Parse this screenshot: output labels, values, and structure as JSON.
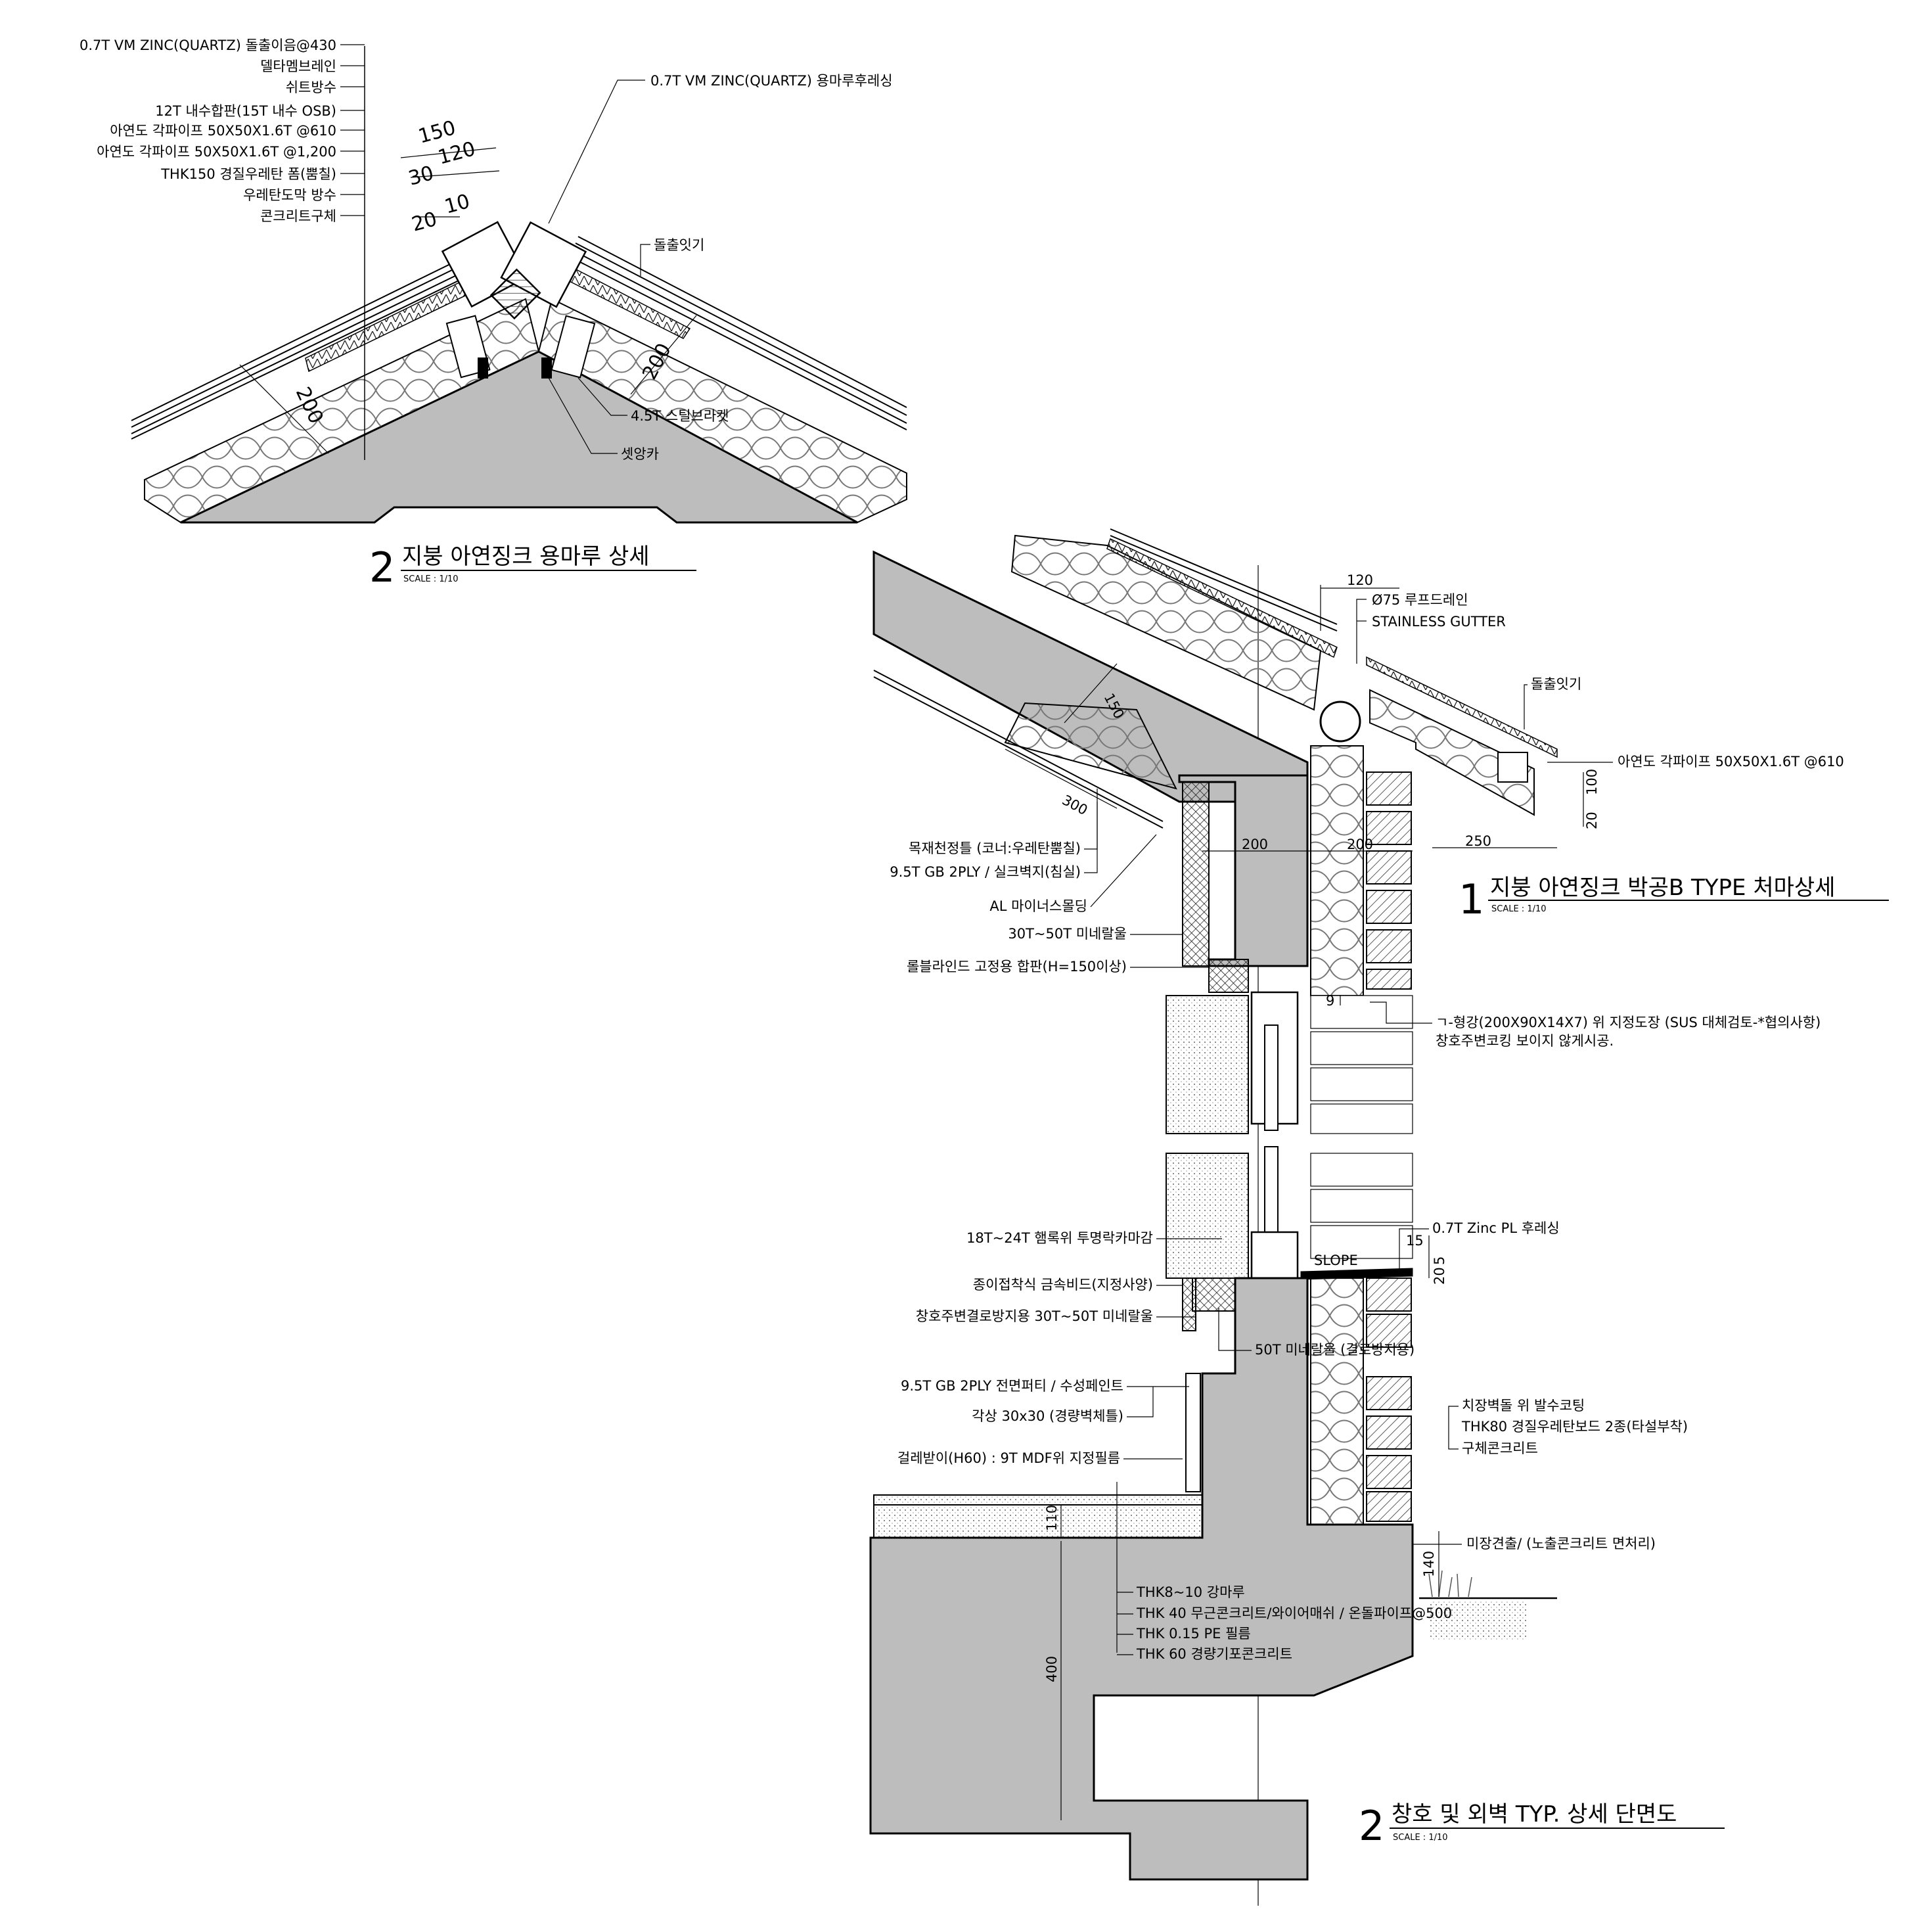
{
  "ridge_detail": {
    "title_number": "2",
    "title": "지붕  아연징크 용마루 상세",
    "scale": "SCALE : 1/10",
    "layers": [
      "0.7T VM ZINC(QUARTZ) 돌출이음@430",
      "델타멤브레인",
      "쉬트방수",
      "12T 내수합판(15T 내수 OSB)",
      "아연도 각파이프 50X50X1.6T @610",
      "아연도 각파이프 50X50X1.6T @1,200",
      "THK150 경질우레탄 폼(뿜칠)",
      "우레탄도막 방수",
      "콘크리트구체"
    ],
    "callouts": {
      "flashing": "0.7T VM ZINC(QUARTZ) 용마루후레싱",
      "seam": "돌출잇기",
      "bracket": "4.5T 스틸브라켓",
      "anchor": "셋앙카"
    },
    "dims": {
      "d150": "150",
      "d30": "30",
      "d120": "120",
      "d20": "20",
      "d10": "10",
      "d200_left": "200",
      "d200_right": "200"
    }
  },
  "eave_detail": {
    "title_number": "1",
    "title": "지붕  아연징크 박공B TYPE 처마상세",
    "scale": "SCALE : 1/10",
    "callouts": {
      "drain": "Ø75 루프드레인",
      "gutter": "STAINLESS GUTTER",
      "seam": "돌출잇기",
      "pipe": "아연도 각파이프 50X50X1.6T @610"
    },
    "dims": {
      "d120": "120",
      "d100": "100",
      "d20": "20",
      "d250": "250",
      "d200a": "200",
      "d200b": "200",
      "d150": "150",
      "d300": "300"
    }
  },
  "section_detail": {
    "title_number": "2",
    "title": "창호 및 외벽 TYP. 상세 단면도",
    "scale": "SCALE : 1/10",
    "left_labels": [
      "목재천정틀 (코너:우레탄뿜칠)",
      "9.5T GB 2PLY / 실크벽지(침실)",
      "AL 마이너스몰딩",
      "30T~50T 미네랄울",
      "롤블라인드 고정용 합판(H=150이상)",
      "18T~24T 햄록위 투명락카마감",
      "종이접착식 금속비드(지정사양)",
      "창호주변결로방지용 30T~50T 미네랄울",
      "9.5T GB 2PLY 전면퍼티 / 수성페인트",
      "각상 30x30 (경량벽체틀)",
      "걸레받이(H60) : 9T MDF위 지정필름"
    ],
    "lintel_note": [
      "ㄱ-형강(200X90X14X7) 위 지정도장 (SUS 대체검토-*협의사항)",
      "창호주변코킹 보이지 않게시공."
    ],
    "zinc_flashing": "0.7T Zinc PL 후레싱",
    "slope": "SLOPE",
    "mineral_50": "50T 미네랄울 (결로방지용)",
    "wall_labels": [
      "치장벽돌 위 발수코팅",
      "THK80 경질우레탄보드 2종(타설부착)",
      "구체콘크리트"
    ],
    "plaster": "미장견출/ (노출콘크리트 면처리)",
    "floor_labels": [
      "THK8~10  강마루",
      "THK 40 무근콘크리트/와이어매쉬 / 온돌파이프@500",
      "THK 0.15 PE 필름",
      "THK 60 경량기포콘크리트"
    ],
    "dims": {
      "d9": "9",
      "d15": "15",
      "d20": "20",
      "d5": "5",
      "d110": "110",
      "d400": "400",
      "d140": "140"
    }
  }
}
